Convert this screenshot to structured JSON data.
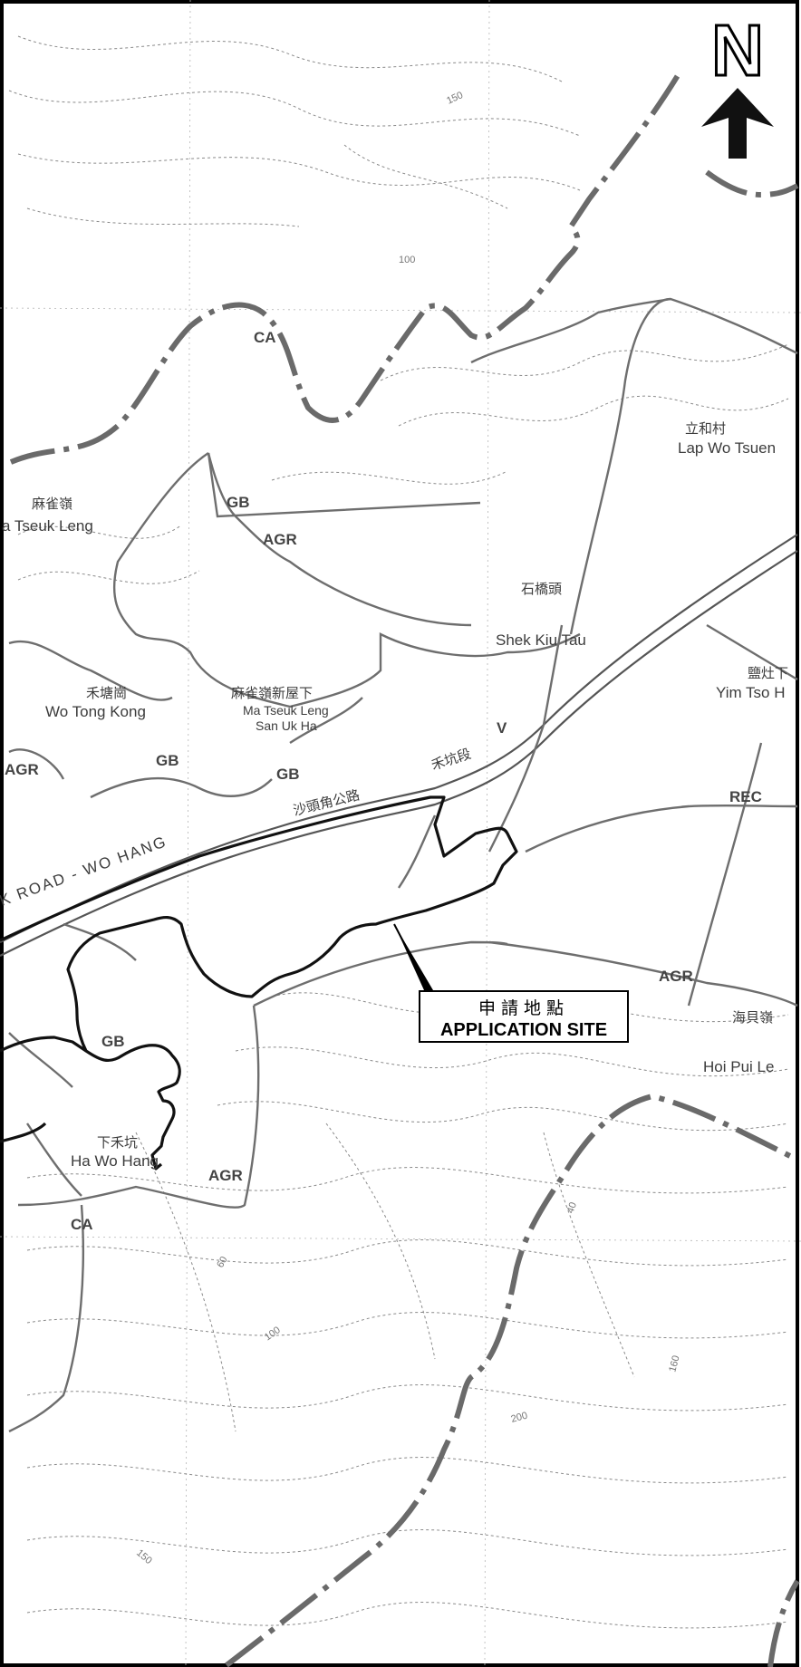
{
  "north_arrow": {
    "letter": "N",
    "icon": "north-arrow-icon"
  },
  "application_site": {
    "label_cn": "申請地點",
    "label_en": "APPLICATION SITE"
  },
  "zones": [
    {
      "id": "ca-top",
      "text": "CA"
    },
    {
      "id": "gb-top",
      "text": "GB"
    },
    {
      "id": "agr-top",
      "text": "AGR"
    },
    {
      "id": "agr-left",
      "text": "AGR"
    },
    {
      "id": "gb-mid",
      "text": "GB"
    },
    {
      "id": "gb-mid2",
      "text": "GB"
    },
    {
      "id": "v",
      "text": "V"
    },
    {
      "id": "rec",
      "text": "REC"
    },
    {
      "id": "agr-right",
      "text": "AGR"
    },
    {
      "id": "gb-low",
      "text": "GB"
    },
    {
      "id": "agr-low",
      "text": "AGR"
    },
    {
      "id": "ca-low",
      "text": "CA"
    }
  ],
  "places": [
    {
      "id": "ma-tseuk-leng",
      "cn": "麻雀嶺",
      "en": "a Tseuk Leng"
    },
    {
      "id": "lap-wo-tsuen",
      "cn": "立和村",
      "en": "Lap Wo Tsuen"
    },
    {
      "id": "shek-kiu-tau",
      "cn": "石橋頭",
      "en": "Shek Kiu Tau"
    },
    {
      "id": "wo-tong-kong",
      "cn": "禾塘崗",
      "en": "Wo Tong Kong"
    },
    {
      "id": "ma-tseuk-leng-san-uk-ha",
      "cn": "麻雀嶺新屋下",
      "en": "Ma Tseuk Leng",
      "en2": "San Uk Ha"
    },
    {
      "id": "yim-tso-ha",
      "cn": "鹽灶下",
      "en": "Yim Tso H"
    },
    {
      "id": "hoi-pui-leng",
      "cn": "海貝嶺",
      "en": "Hoi Pui Le"
    },
    {
      "id": "ha-wo-hang",
      "cn": "下禾坑",
      "en": "Ha Wo Hang"
    }
  ],
  "roads": {
    "cn_shatau": "沙頭角公路",
    "cn_wohang": "禾坑段",
    "en": "K ROAD - WO HANG"
  },
  "contour_values": [
    "150",
    "100",
    "60",
    "100",
    "200",
    "150",
    "160",
    "40"
  ]
}
